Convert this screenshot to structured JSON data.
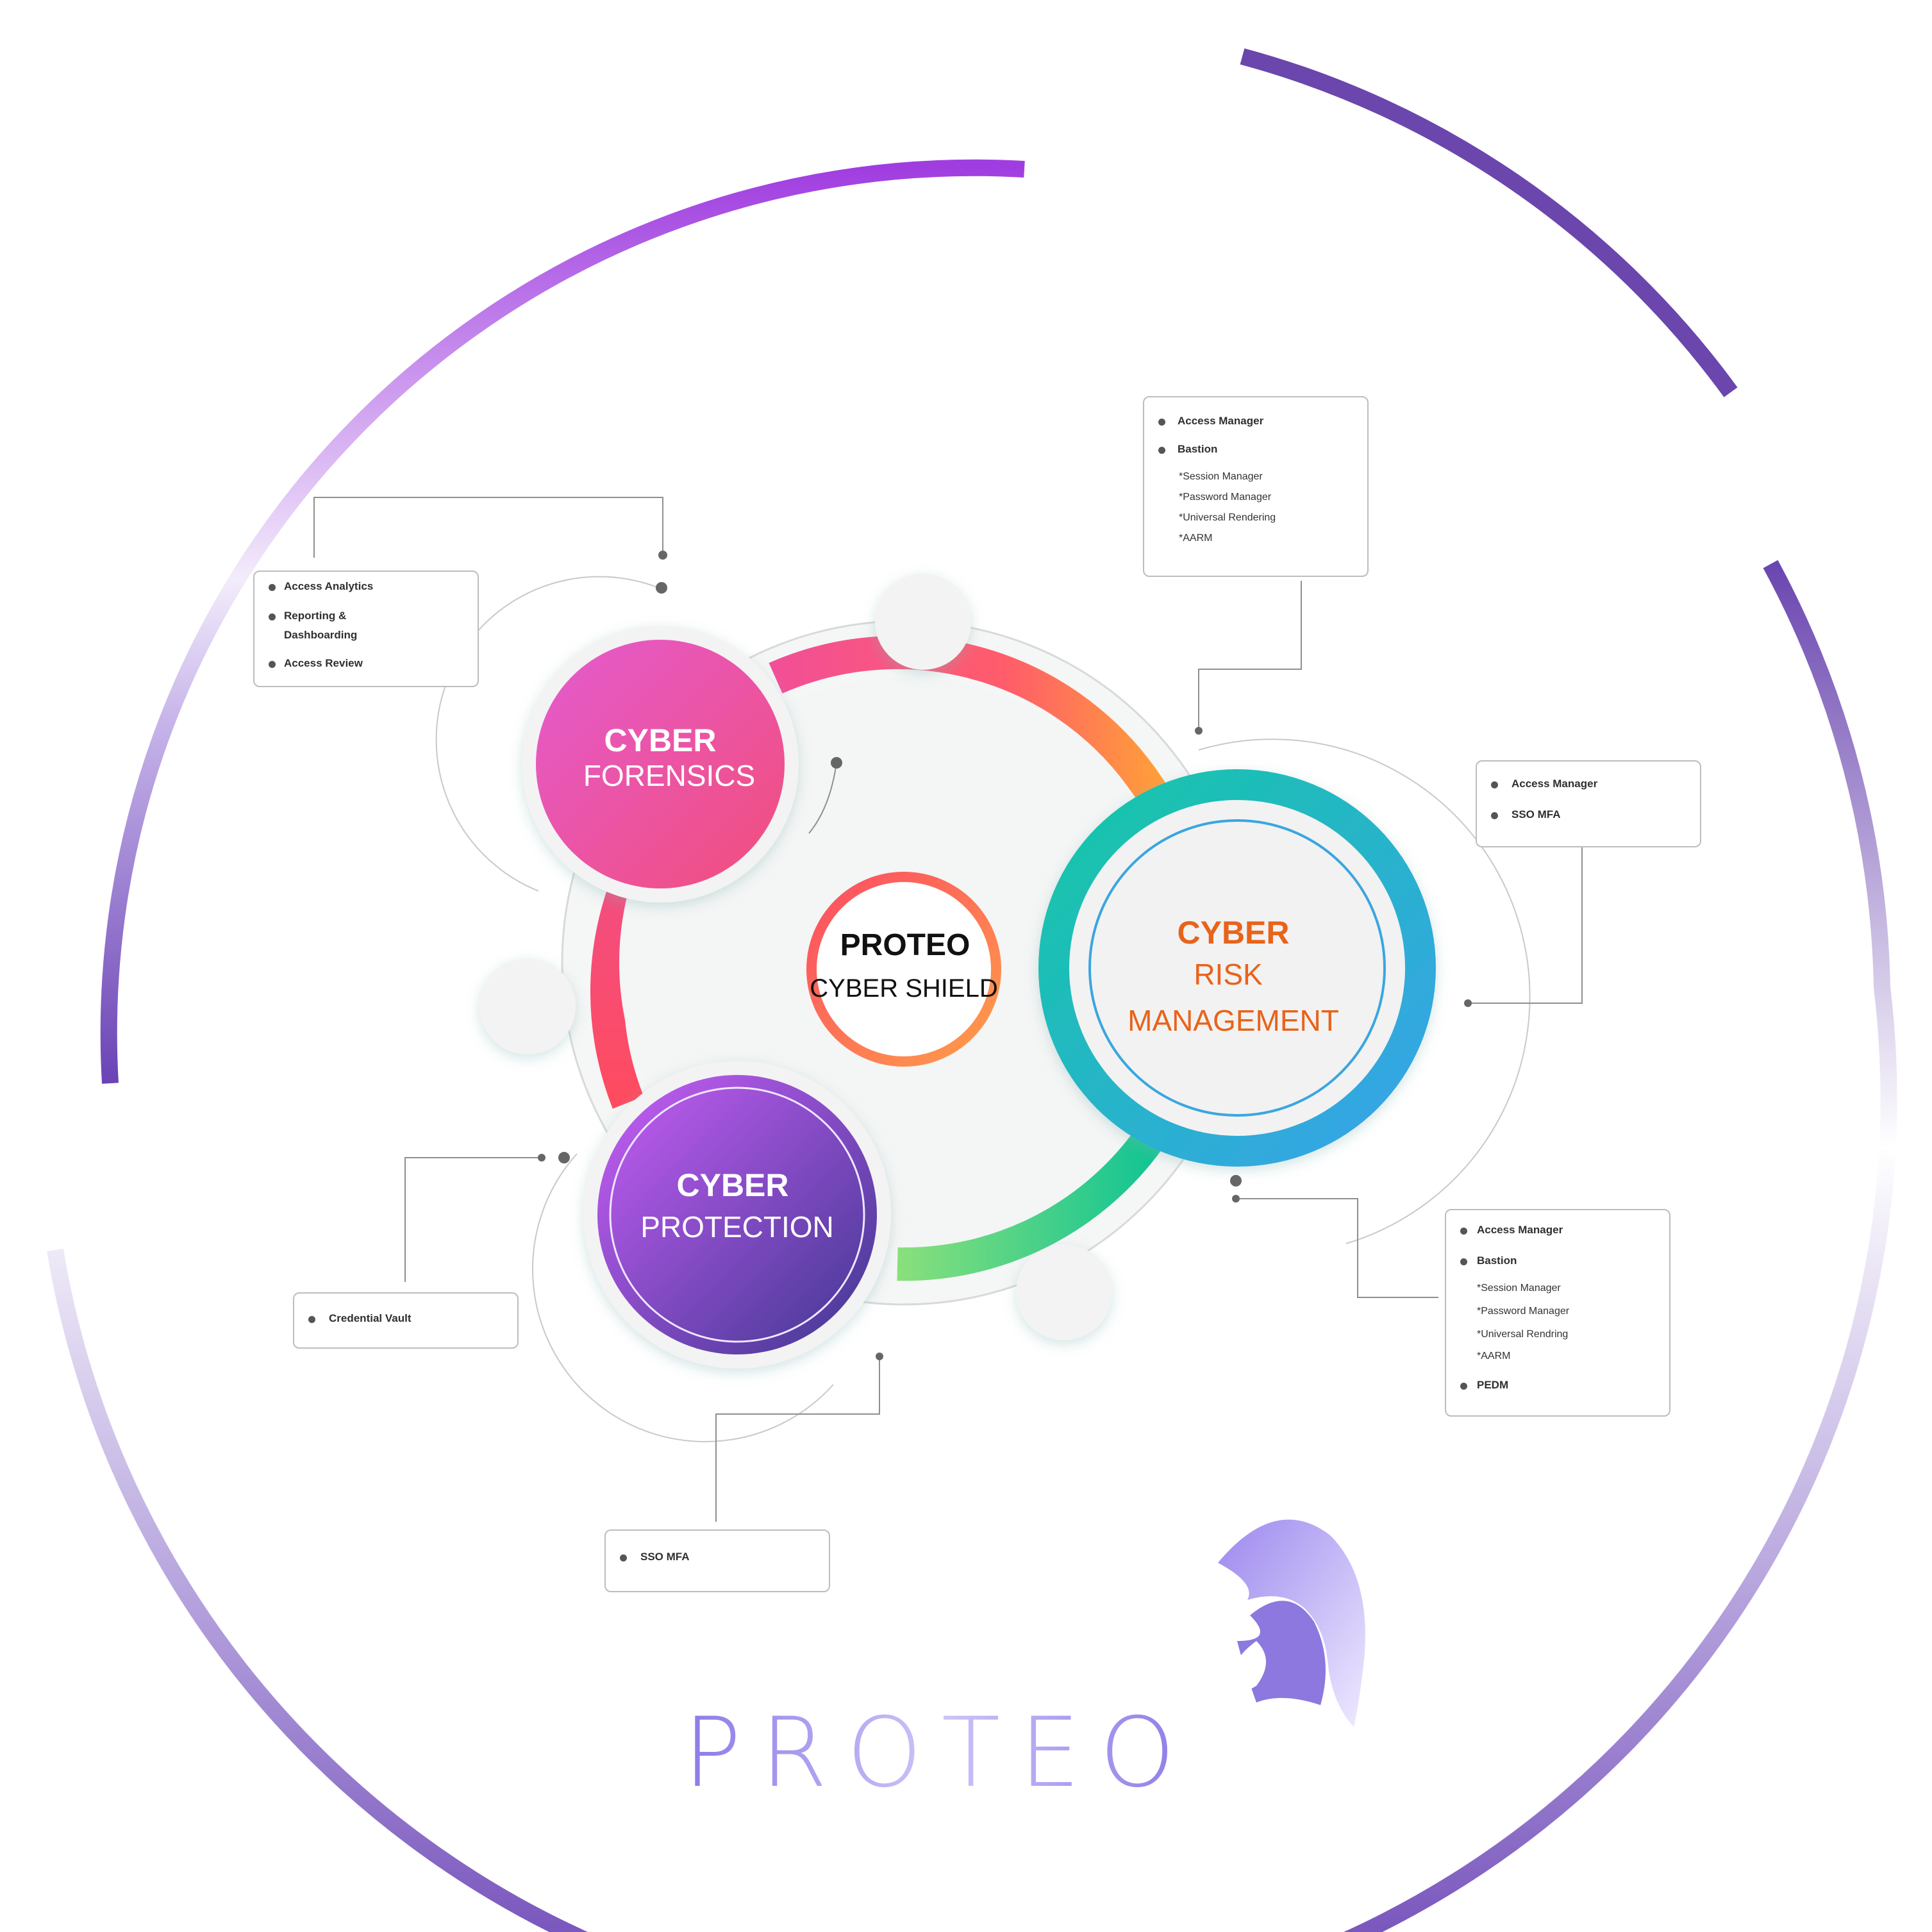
{
  "center": {
    "title": "PROTEO",
    "subtitle": "CYBER SHIELD"
  },
  "nodes": {
    "forensics": {
      "line1": "CYBER",
      "line2": "FORENSICS"
    },
    "risk": {
      "line1": "CYBER",
      "line2": "RISK",
      "line3": "MANAGEMENT"
    },
    "protection": {
      "line1": "CYBER",
      "line2": "PROTECTION"
    }
  },
  "boxes": {
    "forensics": {
      "items": [
        "Access Analytics",
        "Reporting &",
        "Dashboarding",
        "Access Review"
      ]
    },
    "risk_top": {
      "items": [
        "Access Manager",
        "Bastion"
      ],
      "subs": [
        "*Session Manager",
        "*Password Manager",
        "*Universal Rendering",
        "*AARM"
      ]
    },
    "risk_mid": {
      "items": [
        "Access Manager",
        "SSO MFA"
      ]
    },
    "risk_bottom": {
      "items": [
        "Access Manager",
        "Bastion",
        "PEDM"
      ],
      "subs": [
        "*Session Manager",
        "*Password Manager",
        "*Universal Rendring",
        "*AARM"
      ]
    },
    "protection_left": {
      "items": [
        "Credential Vault"
      ]
    },
    "protection_bottom": {
      "items": [
        "SSO MFA"
      ]
    }
  },
  "logo": {
    "wordmark": "PROTEO",
    "icon": "spartan-helmet-icon"
  },
  "colors": {
    "forensics": "#e94e9a",
    "risk_text": "#e8631a",
    "risk_ring": "#1fc4b8",
    "protection": "#8447d8",
    "outer_ring": "#7a4fc0",
    "center_ring": "#ff7a3d"
  }
}
